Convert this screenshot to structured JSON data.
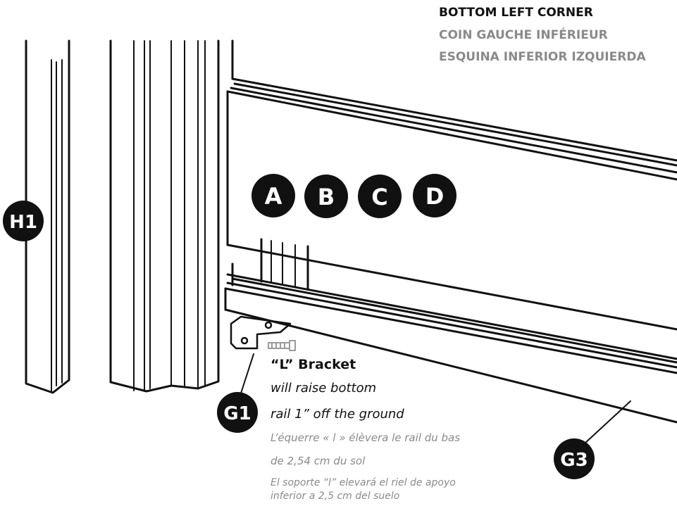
{
  "corner_heading": {
    "en": "BOTTOM LEFT CORNER",
    "fr": "COIN GAUCHE INFÉRIEUR",
    "es": "ESQUINA INFERIOR IZQUIERDA"
  },
  "bracket_note": {
    "title": "“L” Bracket",
    "en_line1": "will raise bottom",
    "en_line2": "rail 1” off the ground",
    "fr_line1": "L’équerre « l » élèvera le rail du bas",
    "fr_line2": "de 2,54 cm du sol",
    "es_line1": "El soporte “l” elevará el riel de apoyo",
    "es_line2": "inferior a 2,5 cm del suelo"
  },
  "part_labels": {
    "h1": "H1",
    "a": "A",
    "b": "B",
    "c": "C",
    "d": "D",
    "g1": "G1",
    "g3": "G3"
  },
  "colors": {
    "badge": "#111111",
    "heading": "#111111",
    "translation": "#8a8a8a"
  }
}
